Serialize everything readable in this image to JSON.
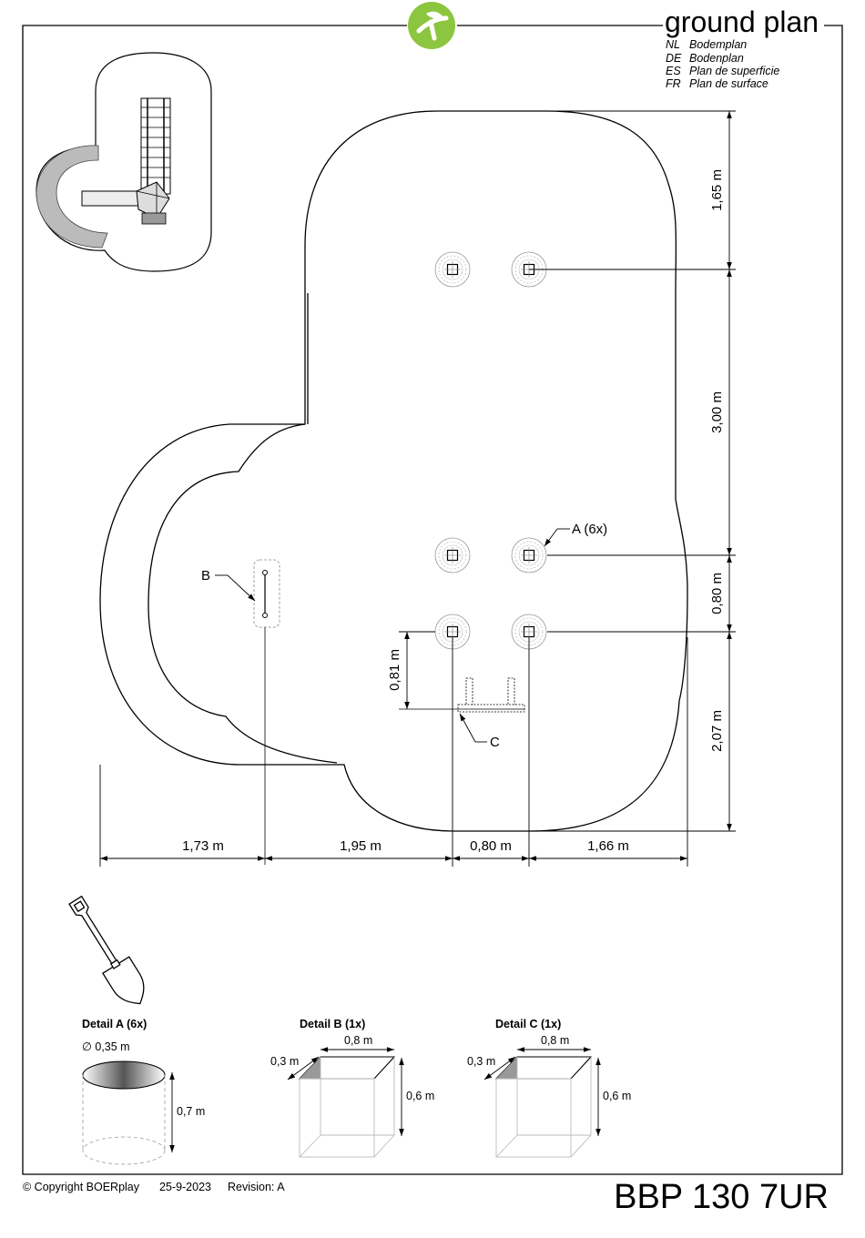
{
  "header": {
    "title": "ground plan",
    "translations": [
      {
        "lang": "NL",
        "text": "Bodemplan"
      },
      {
        "lang": "DE",
        "text": "Bodenplan"
      },
      {
        "lang": "ES",
        "text": "Plan de superficie"
      },
      {
        "lang": "FR",
        "text": "Plan de surface"
      }
    ],
    "logo_color": "#8cc63f"
  },
  "dimensions": {
    "vertical": [
      "1,65 m",
      "3,00 m",
      "0,80 m",
      "2,07 m"
    ],
    "horizontal": [
      "1,73 m",
      "1,95 m",
      "0,80 m",
      "1,66 m"
    ],
    "c_offset": "0,81 m"
  },
  "callouts": {
    "a": "A (6x)",
    "b": "B",
    "c": "C"
  },
  "details": [
    {
      "title": "Detail A (6x)",
      "diameter": "∅ 0,35 m",
      "depth": "0,7 m"
    },
    {
      "title": "Detail B (1x)",
      "length": "0,8 m",
      "width": "0,3 m",
      "depth": "0,6 m"
    },
    {
      "title": "Detail C (1x)",
      "length": "0,8 m",
      "width": "0,3 m",
      "depth": "0,6 m"
    }
  ],
  "footer": {
    "copyright": "© Copyright BOERplay",
    "date": "25-9-2023",
    "revision": "Revision: A",
    "model": "BBP 130 7UR"
  }
}
